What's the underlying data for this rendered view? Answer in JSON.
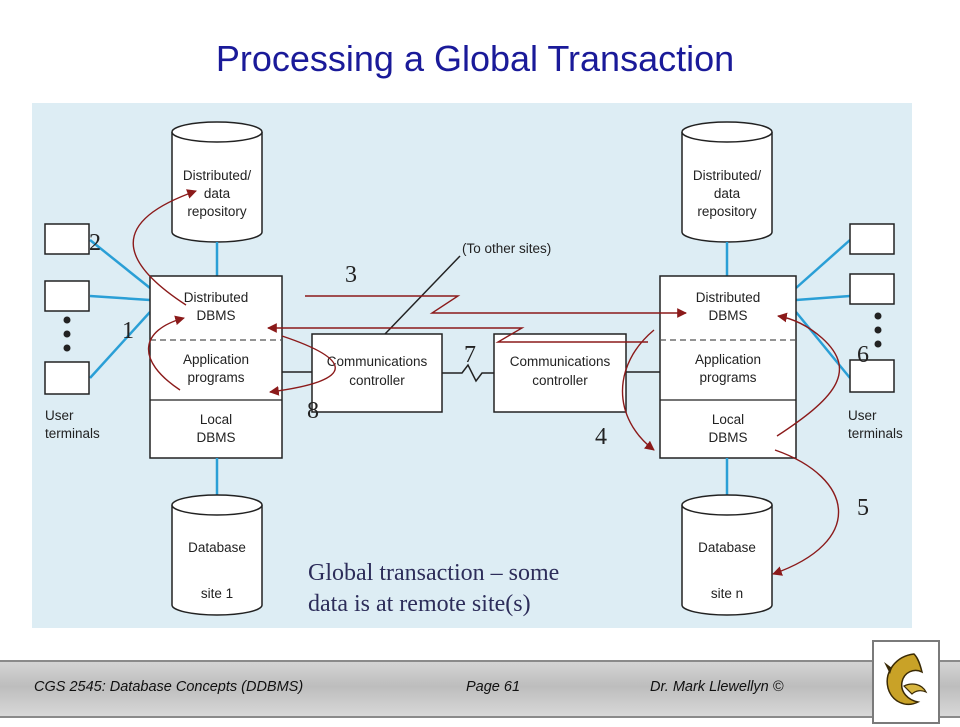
{
  "slide": {
    "title": "Processing a Global Transaction"
  },
  "diagram": {
    "site1": {
      "repository": [
        "Distributed/",
        "data",
        "repository"
      ],
      "dbms_box": {
        "distributed": [
          "Distributed",
          "DBMS"
        ],
        "application": [
          "Application",
          "programs"
        ],
        "local": [
          "Local",
          "DBMS"
        ]
      },
      "comm": [
        "Communications",
        "controller"
      ],
      "terminals": [
        "User",
        "terminals"
      ],
      "database": [
        "Database",
        "site 1"
      ]
    },
    "siteN": {
      "repository": [
        "Distributed/",
        "data",
        "repository"
      ],
      "dbms_box": {
        "distributed": [
          "Distributed",
          "DBMS"
        ],
        "application": [
          "Application",
          "programs"
        ],
        "local": [
          "Local",
          "DBMS"
        ]
      },
      "comm": [
        "Communications",
        "controller"
      ],
      "terminals": [
        "User",
        "terminals"
      ],
      "database": [
        "Database",
        "site n"
      ]
    },
    "other_sites": "(To other sites)",
    "steps": [
      "1",
      "2",
      "3",
      "4",
      "5",
      "6",
      "7",
      "8"
    ],
    "note": [
      "Global transaction – some",
      "data is at remote site(s)"
    ]
  },
  "footer": {
    "course": "CGS 2545: Database Concepts  (DDBMS)",
    "page": "Page 61",
    "author": "Dr. Mark Llewellyn ©"
  },
  "colors": {
    "title": "#1a1a99",
    "arrow": "#8b1a1a",
    "link": "#2a9fd6",
    "panel": "#ddedf4"
  }
}
